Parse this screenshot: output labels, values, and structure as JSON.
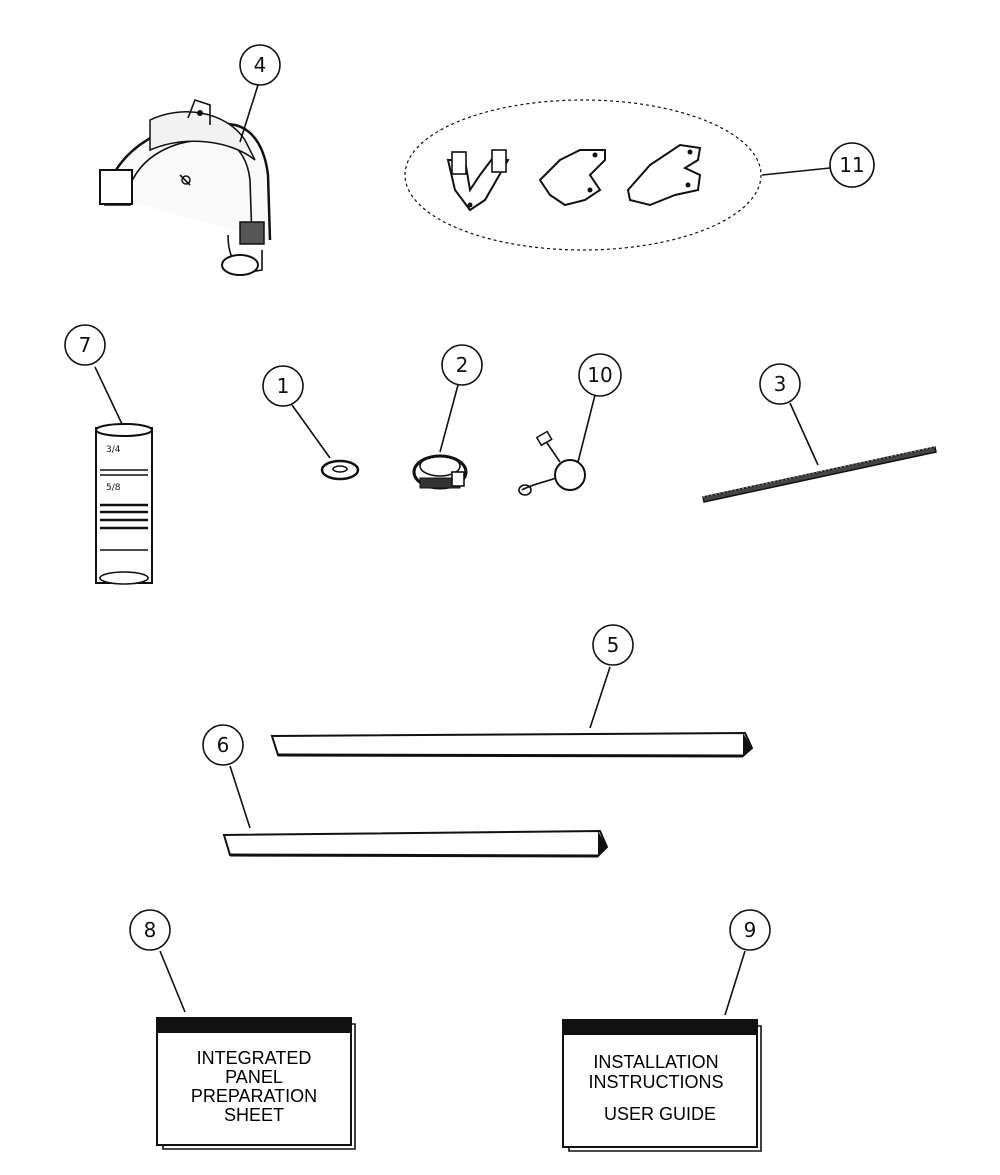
{
  "callouts": {
    "c1": "1",
    "c2": "2",
    "c3": "3",
    "c4": "4",
    "c5": "5",
    "c6": "6",
    "c7": "7",
    "c8": "8",
    "c9": "9",
    "c10": "10",
    "c11": "11"
  },
  "documents": {
    "panel_sheet": {
      "line1": "INTEGRATED",
      "line2": "PANEL",
      "line3": "PREPARATION",
      "line4": "SHEET"
    },
    "install_guide": {
      "line1": "INSTALLATION",
      "line2": "INSTRUCTIONS",
      "line3": "USER GUIDE"
    }
  }
}
